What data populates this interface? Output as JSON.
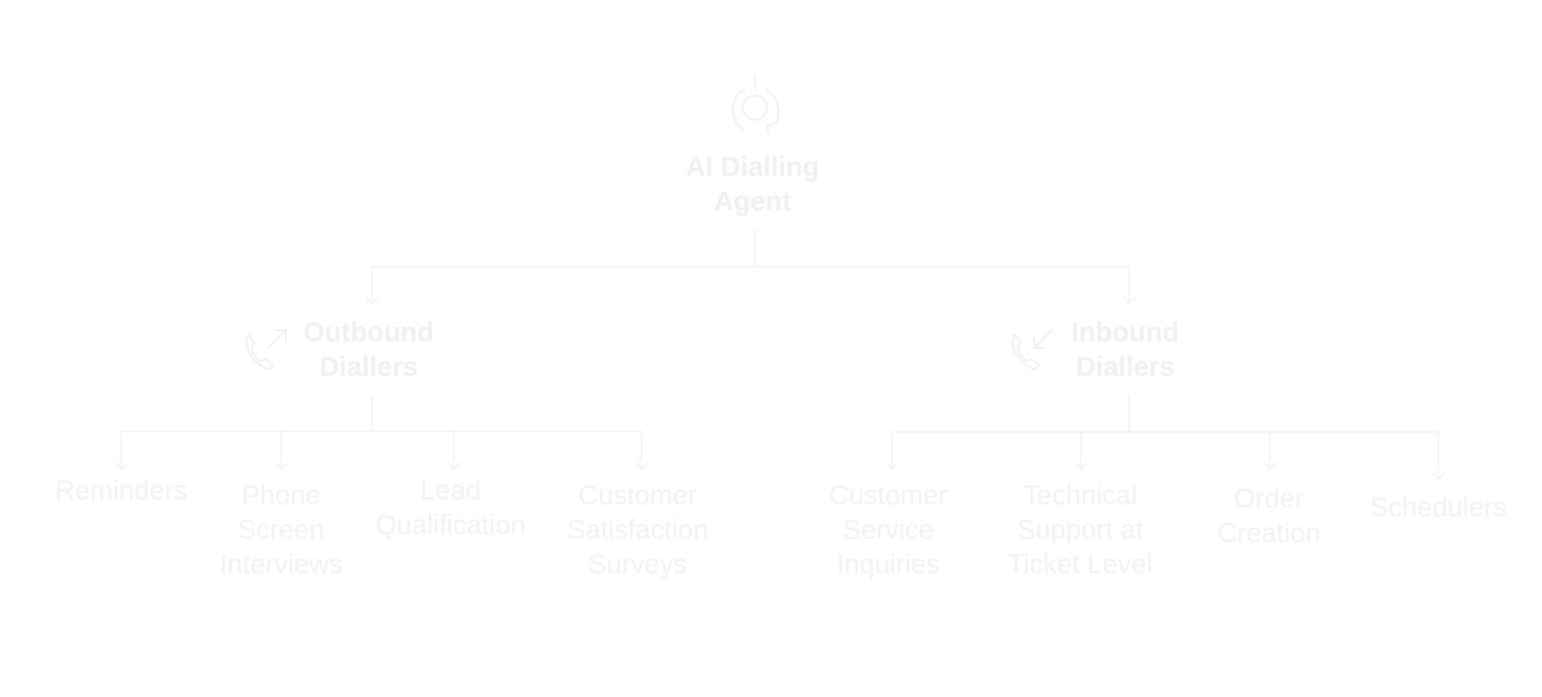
{
  "diagram": {
    "root": {
      "label": "AI Dialling\nAgent",
      "icon": "headset-icon"
    },
    "branches": [
      {
        "key": "outbound",
        "label": "Outbound\nDiallers",
        "icon": "phone-outgoing-icon",
        "children": [
          "Reminders",
          "Phone\nScreen\nInterviews",
          "Lead\nQualification",
          "Customer\nSatisfaction\nSurveys"
        ]
      },
      {
        "key": "inbound",
        "label": "Inbound\nDiallers",
        "icon": "phone-incoming-icon",
        "children": [
          "Customer\nService\nInquiries",
          "Technical\nSupport at\nTicket Level",
          "Order\nCreation",
          "Schedulers"
        ]
      }
    ],
    "colors": {
      "line": "#efefef",
      "text": "#f1f1f1"
    }
  }
}
